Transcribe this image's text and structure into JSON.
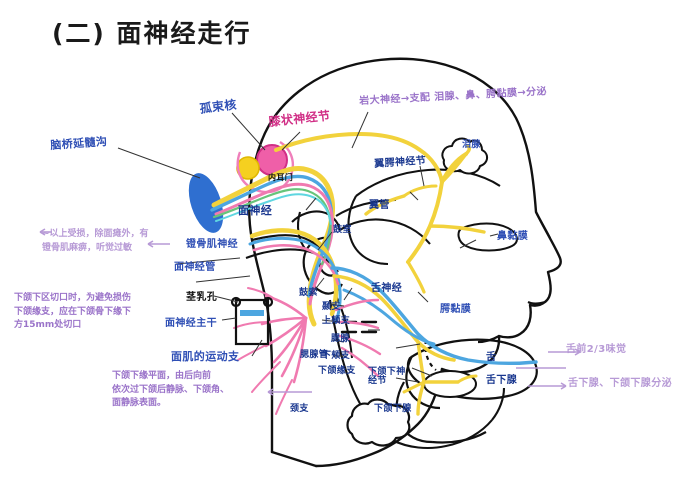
{
  "document": {
    "title": "(二) 面神经走行",
    "type": "handwritten-anatomy-diagram",
    "subject": "面神经走行 (Course of the Facial Nerve)",
    "background_color": "#ffffff"
  },
  "palette": {
    "title_black": "#1a1a1a",
    "blue_ink": "#2f4fb5",
    "dark_blue_ink": "#19378f",
    "pink_ink": "#d12f86",
    "purple_ink": "#9a73c9",
    "light_purple_ink": "#b79ad6",
    "outline_black": "#111111",
    "nerve_yellow": "#f2d23c",
    "nerve_blue": "#4da6e0",
    "nerve_pink": "#f07ab0",
    "nerve_green": "#67c47a",
    "nerve_cyan": "#5fd6e0",
    "gland_blue": "#2f6fd0",
    "ganglion_pink": "#ef5fa8",
    "ganglion_yellow": "#f5d020"
  },
  "labels": {
    "nucleus_solitarius": "孤束核",
    "pons_medulla_sulcus": "脑桥延髓沟",
    "geniculate_ganglion": "膝状神经节",
    "internal_acoustic_pore": "内耳门",
    "greater_petrosal": "岩大神经→支配 泪腺、鼻、腭黏膜→分泌",
    "lacrimal_gland": "泪腺",
    "pterygopalatine_ganglion": "翼腭神经节",
    "pterygoid_canal": "翼管",
    "facial_nerve": "面神经",
    "stapedius_nerve": "镫骨肌神经",
    "facial_canal": "面神经管",
    "tympanic_cavity": "鼓室",
    "chorda_tympani": "鼓索",
    "lingual_nerve": "舌神经",
    "stylomastoid_foramen": "茎乳孔",
    "facial_nerve_trunk": "面神经主干",
    "motor_branches": "面肌的运动支",
    "nasal_mucosa": "鼻黏膜",
    "palatine_mucosa": "腭黏膜",
    "temporal_branch": "颞支",
    "upper_buccal_branch": "上颊支",
    "parotid_duct": "腮腺管",
    "parotid_gland": "腮腺",
    "lower_buccal_branch": "下颊支",
    "marginal_mandibular_branch": "下颌缘支",
    "cervical_branch": "颈支",
    "submandibular_ganglion": "下颌下神经节",
    "submandibular_gland": "下颌下腺",
    "sublingual_gland": "舌下腺",
    "tongue": "舌"
  },
  "notes": {
    "left_upper": {
      "color": "#b79ad6",
      "lines": [
        "~以上受损，除面瘫外，有",
        "镫骨肌麻痹，听觉过敏"
      ]
    },
    "left_lower": {
      "color": "#9a73c9",
      "lines": [
        "下颌下区切口时，为避免损伤",
        "下颌缘支，应在下颌骨下缘下",
        "方15mm处切口"
      ]
    },
    "bottom_left": {
      "color": "#9a73c9",
      "lines": [
        "下颌下缘平面，由后向前",
        "依次过下颌后静脉、下颌角、",
        "面静脉表面。"
      ]
    },
    "right_upper": {
      "color": "#b79ad6",
      "text": "舌前2/3味觉"
    },
    "right_lower": {
      "color": "#b79ad6",
      "text": "舌下腺、下颌下腺分泌"
    }
  }
}
